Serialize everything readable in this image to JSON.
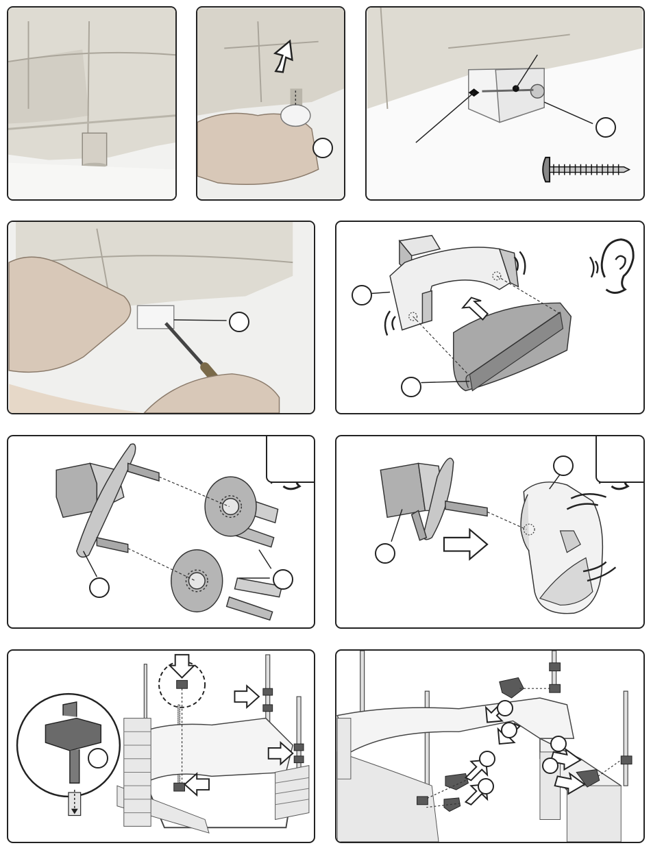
{
  "colors": {
    "border": "#222222",
    "stone": "#dedbd2",
    "stone_dark": "#b9b5aa",
    "part_gray": "#a9a9a9",
    "part_light": "#e6e6e6",
    "part_dark": "#5a5a5a",
    "skin": "#d8c8b8"
  },
  "panels": [
    {
      "id": "p1",
      "icon": "stone-leg-photo"
    },
    {
      "id": "p2",
      "icon": "hand-lift-photo"
    },
    {
      "id": "p3",
      "icon": "bracket-screw-photo"
    },
    {
      "id": "p4",
      "icon": "screwdriver-photo"
    },
    {
      "id": "p5",
      "icon": "fin-bracket-diagram"
    },
    {
      "id": "p6",
      "icon": "paddle-wheels-diagram"
    },
    {
      "id": "p7",
      "icon": "scoop-diagram"
    },
    {
      "id": "p8",
      "icon": "peg-insert-diagram"
    },
    {
      "id": "p9",
      "icon": "clip-attach-diagram"
    }
  ]
}
